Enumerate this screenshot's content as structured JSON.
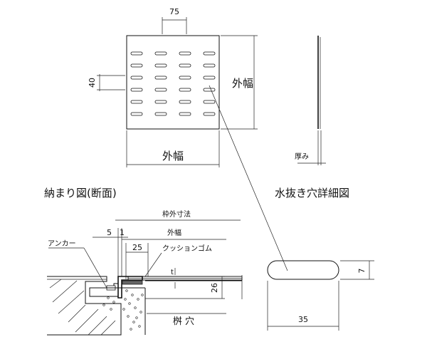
{
  "top_view": {
    "dim_pitch_x": "75",
    "dim_pitch_y": "40",
    "outer_width_right": "外幅",
    "outer_width_bottom": "外幅"
  },
  "side_view": {
    "thickness": "厚み"
  },
  "section": {
    "title": "納まり図(断面)",
    "frame_outer": "枠外寸法",
    "dim_5": "5",
    "dim_1": "1",
    "outer_width": "外幅",
    "dim_25": "25",
    "cushion_rubber": "クッションゴム",
    "anchor": "アンカー",
    "dim_t": "t",
    "dim_26": "26",
    "pit": "桝 穴"
  },
  "hole_detail": {
    "title": "水抜き穴詳細図",
    "dim_7": "7",
    "dim_35": "35"
  }
}
